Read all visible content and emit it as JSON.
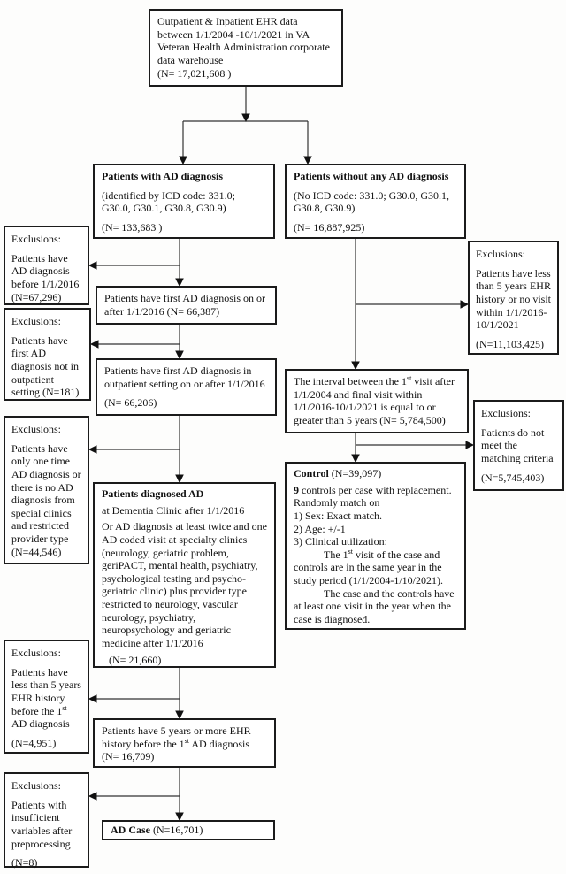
{
  "diagram": {
    "source_box": {
      "text": "Outpatient & Inpatient EHR data between 1/1/2004 -10/1/2021 in VA Veteran Health Administration corporate data warehouse",
      "n": "(N= 17,021,608 )"
    },
    "with_ad": {
      "title": "Patients with AD diagnosis",
      "body": "(identified by ICD code: 331.0; G30.0, G30.1, G30.8, G30.9)",
      "n": "(N= 133,683 )"
    },
    "without_ad": {
      "title": "Patients without any AD diagnosis",
      "body": "(No ICD code: 331.0; G30.0, G30.1, G30.8, G30.9)",
      "n": "(N= 16,887,925)"
    },
    "first_dx": {
      "text": "Patients have first AD diagnosis on or after 1/1/2016 (N= 66,387)"
    },
    "outpatient_dx": {
      "text": "Patients have first AD diagnosis in outpatient setting on or after 1/1/2016",
      "n": "(N= 66,206)"
    },
    "diagnosed_ad": {
      "title": "Patients diagnosed AD",
      "p1": "at Dementia Clinic after 1/1/2016",
      "p2": "Or AD diagnosis at least twice and one AD coded visit at specialty clinics (neurology, geriatric problem, geriPACT, mental health, psychiatry, psychological testing and psycho-geriatric clinic) plus provider type restricted to neurology, vascular neurology, psychiatry, neuropsychology and geriatric medicine after 1/1/2016",
      "n": "(N= 21,660)"
    },
    "ehr_history": {
      "text": "Patients have 5 years or more EHR history before the 1st AD diagnosis (N= 16,709)"
    },
    "ad_case": {
      "title": "AD Case",
      "n": "(N=16,701)"
    },
    "interval": {
      "text": "The interval between the 1st visit after 1/1/2004 and final visit within 1/1/2016-10/1/2021 is equal to or greater than 5 years (N= 5,784,500)"
    },
    "control": {
      "title": "Control",
      "n": "(N=39,097)",
      "lead_bold": "9",
      "lead_rest": " controls per case with replacement. Randomly match on",
      "item1": "1) Sex: Exact match.",
      "item2": "2) Age: +/-1",
      "item3": "3) Clinical utilization:",
      "p1": "The 1st visit of the case and controls are in the same year in the study period (1/1/2004-1/10/2021).",
      "p2": "The case and the controls have at least one visit in the year when the case is diagnosed."
    },
    "excl_before_2016": {
      "heading": "Exclusions:",
      "body": "Patients have AD diagnosis before 1/1/2016 (N=67,296)"
    },
    "excl_not_outpatient": {
      "heading": "Exclusions:",
      "body": "Patients have first AD diagnosis not in outpatient setting (N=181)"
    },
    "excl_one_time": {
      "heading": "Exclusions:",
      "body": "Patients have only one time AD diagnosis or there is no AD diagnosis from special clinics and restricted provider type (N=44,546)"
    },
    "excl_less_5y": {
      "heading": "Exclusions:",
      "body": "Patients have less than 5 years EHR history before the 1st AD diagnosis",
      "n": "(N=4,951)"
    },
    "excl_insufficient": {
      "heading": "Exclusions:",
      "body": "Patients with insufficient variables after preprocessing",
      "n": "(N=8)"
    },
    "excl_right_5y": {
      "heading": "Exclusions:",
      "body": "Patients have less than 5 years EHR history or no visit within 1/1/2016-10/1/2021",
      "n": "(N=11,103,425)"
    },
    "excl_matching": {
      "heading": "Exclusions:",
      "body": "Patients do not meet the matching criteria",
      "n": "(N=5,745,403)"
    }
  }
}
